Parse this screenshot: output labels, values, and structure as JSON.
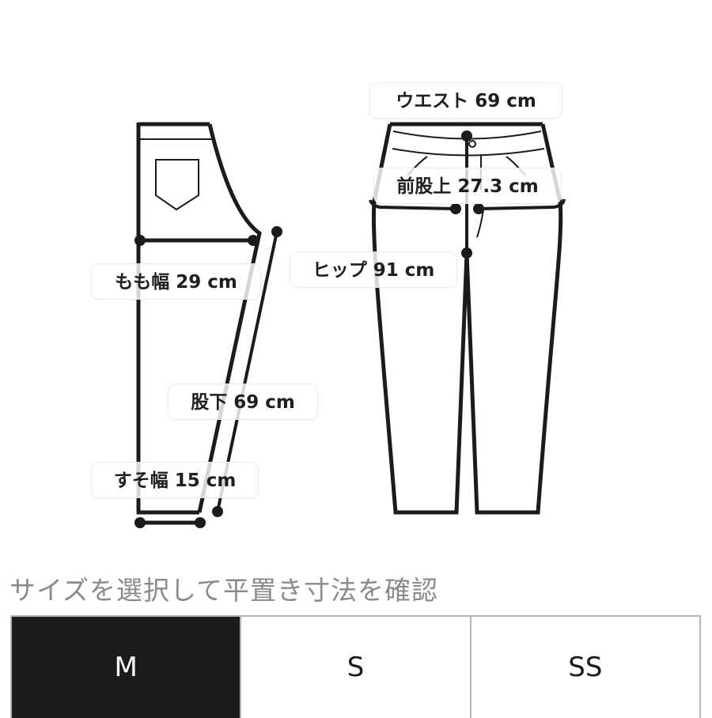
{
  "diagram": {
    "labels": {
      "waist": "ウエスト 69 cm",
      "front_rise": "前股上 27.3 cm",
      "hip": "ヒップ 91 cm",
      "thigh": "もも幅 29 cm",
      "inseam": "股下 69 cm",
      "hem": "すそ幅 15 cm"
    }
  },
  "size_selector": {
    "prompt": "サイズを選択して平置き寸法を確認",
    "options": [
      {
        "label": "M",
        "selected": true
      },
      {
        "label": "S",
        "selected": false
      },
      {
        "label": "SS",
        "selected": false
      }
    ]
  },
  "colors": {
    "line": "#1b1b1b",
    "selected_bg": "#1b1b1b",
    "prompt_text": "#8a8a8a",
    "border": "#b5b5b5"
  }
}
